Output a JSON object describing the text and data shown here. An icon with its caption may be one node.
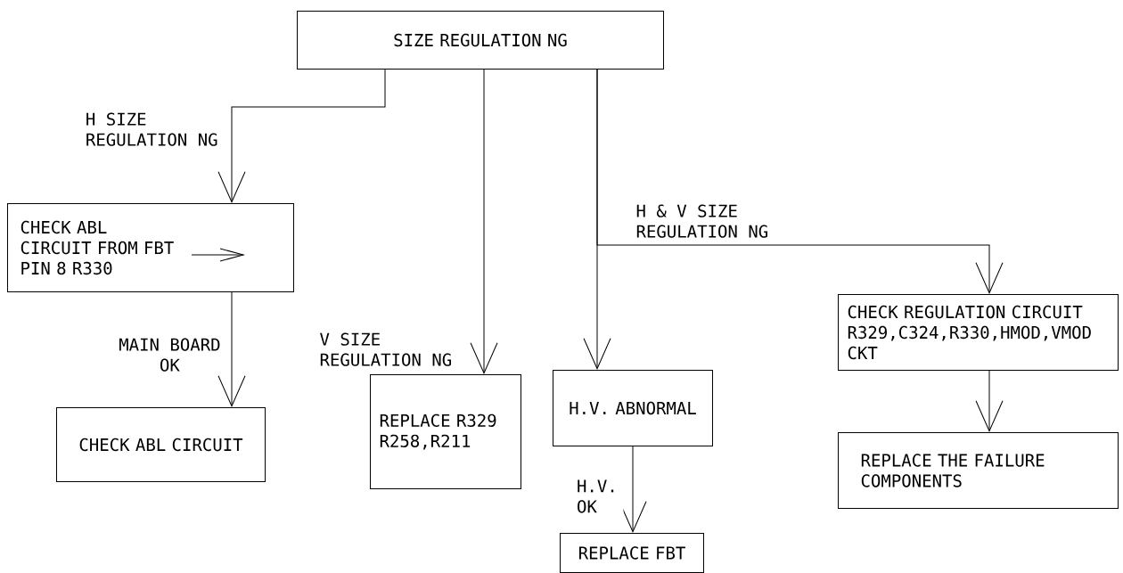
{
  "diagram": {
    "nodes": [
      {
        "text": [
          "SIZE REGULATION NG"
        ]
      },
      {
        "text": [
          "CHECK ABL CIRCUIT FROM FBT PIN 8 R330"
        ]
      },
      {
        "text": [
          "CHECK ABL CIRCUIT"
        ]
      },
      {
        "text": [
          "REPLACE R329 R258,R211"
        ]
      },
      {
        "text": [
          "H.V. ABNORMAL"
        ]
      },
      {
        "text": [
          "CHECK REGULATION CIRCUIT R329,C324,R330,HMOD,VMOD CKT"
        ]
      },
      {
        "text": [
          "REPLACE THE FAILURE COMPONENTS"
        ]
      },
      {
        "text": [
          "REPLACE FBT"
        ]
      }
    ],
    "edges": [
      {
        "from": 0,
        "to": 1,
        "arrow": "to",
        "label": "H SIZE REGULATION NG"
      },
      {
        "from": 0,
        "to": 3,
        "arrow": "to",
        "label": "V SIZE REGULATION NG"
      },
      {
        "from": 0,
        "to": 4,
        "arrow": "to"
      },
      {
        "from": 0,
        "to": 5,
        "arrow": "to",
        "label": "H & V SIZE REGULATION NG"
      },
      {
        "from": 1,
        "to": 2,
        "arrow": "to",
        "label": "MAIN BOARD OK"
      },
      {
        "from": 5,
        "to": 6,
        "arrow": "to"
      },
      {
        "from": 4,
        "to": 7,
        "arrow": "to",
        "label": "H.V. OK"
      }
    ]
  }
}
